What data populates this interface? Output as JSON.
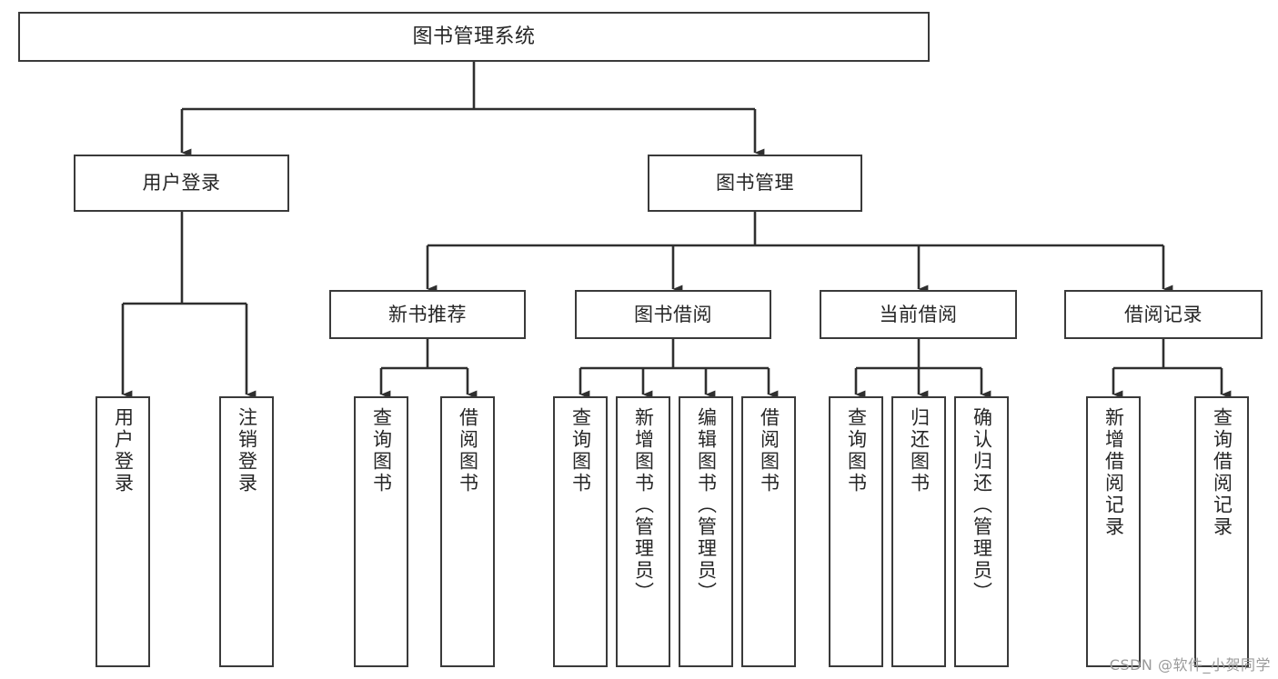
{
  "diagram": {
    "title": "图书管理系统",
    "type": "tree-hierarchy-chart",
    "orientation": "top-down",
    "colors": {
      "box_border": "#3a3a3a",
      "box_fill": "#ffffff",
      "edge": "#2f2f2f",
      "text": "#262626",
      "watermark": "#9a9a9a",
      "background": "#ffffff"
    }
  },
  "watermark": {
    "text": "CSDN @软件_小贺同学"
  },
  "nodes": {
    "root": {
      "label": "图书管理系统"
    },
    "level2": [
      {
        "id": "user-login",
        "label": "用户登录"
      },
      {
        "id": "book-manage",
        "label": "图书管理"
      }
    ],
    "level3": [
      {
        "id": "new-book-recommend",
        "label": "新书推荐"
      },
      {
        "id": "book-borrow",
        "label": "图书借阅"
      },
      {
        "id": "current-borrow",
        "label": "当前借阅"
      },
      {
        "id": "borrow-record",
        "label": "借阅记录"
      }
    ],
    "leaves": {
      "user_login": [
        {
          "id": "leaf-user-login",
          "label": "用户登录"
        },
        {
          "id": "leaf-logout-login",
          "label": "注销登录"
        }
      ],
      "new_book_recommend": [
        {
          "id": "leaf-query-book-1",
          "label": "查询图书"
        },
        {
          "id": "leaf-borrow-book-1",
          "label": "借阅图书"
        }
      ],
      "book_borrow": [
        {
          "id": "leaf-query-book-2",
          "label": "查询图书"
        },
        {
          "id": "leaf-add-book-admin",
          "label": "新增图书（管理员）"
        },
        {
          "id": "leaf-edit-book-admin",
          "label": "编辑图书（管理员）"
        },
        {
          "id": "leaf-borrow-book-2",
          "label": "借阅图书"
        }
      ],
      "current_borrow": [
        {
          "id": "leaf-query-book-3",
          "label": "查询图书"
        },
        {
          "id": "leaf-return-book",
          "label": "归还图书"
        },
        {
          "id": "leaf-confirm-return-admin",
          "label": "确认归还（管理员）"
        }
      ],
      "borrow_record": [
        {
          "id": "leaf-add-borrow-record",
          "label": "新增借阅记录"
        },
        {
          "id": "leaf-query-borrow-record",
          "label": "查询借阅记录"
        }
      ]
    }
  }
}
